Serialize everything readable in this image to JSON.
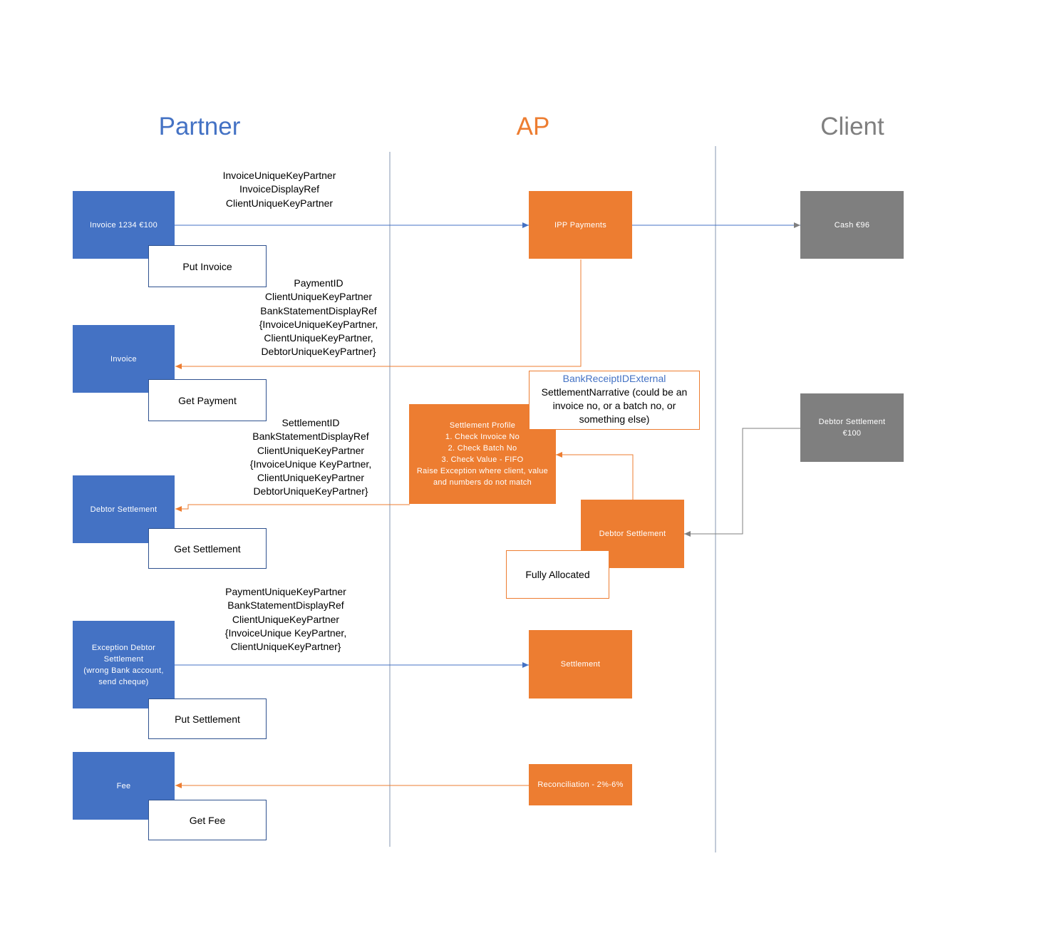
{
  "headers": {
    "partner": "Partner",
    "ap": "AP",
    "client": "Client"
  },
  "partner_boxes": {
    "invoice_put": "Invoice 1234 €100",
    "invoice_get": "Invoice",
    "debtor_settlement": "Debtor Settlement",
    "exception_settlement": [
      "Exception Debtor",
      "Settlement",
      "(wrong Bank account,",
      "send cheque)"
    ],
    "fee": "Fee"
  },
  "api_boxes": {
    "put_invoice": "Put Invoice",
    "get_payment": "Get Payment",
    "get_settlement": "Get Settlement",
    "put_settlement": "Put Settlement",
    "get_fee": "Get Fee"
  },
  "ap_boxes": {
    "ipp_payments": "IPP Payments",
    "settlement_profile": [
      "Settlement Profile",
      "1. Check Invoice No",
      "2. Check Batch No",
      "3. Check Value - FIFO",
      "Raise Exception where client, value",
      "and numbers do not match"
    ],
    "debtor_settlement": "Debtor Settlement",
    "fully_allocated": "Fully Allocated",
    "settlement": "Settlement",
    "reconciliation": "Reconciliation - 2%-6%"
  },
  "client_boxes": {
    "cash": "Cash €96",
    "debtor_settlement": [
      "Debtor Settlement",
      "€100"
    ]
  },
  "annotations": {
    "put_invoice_fields": [
      "InvoiceUniqueKeyPartner",
      "InvoiceDisplayRef",
      "ClientUniqueKeyPartner"
    ],
    "get_payment_fields": [
      "PaymentID",
      "ClientUniqueKeyPartner",
      "BankStatementDisplayRef",
      "{InvoiceUniqueKeyPartner,",
      "ClientUniqueKeyPartner,",
      "DebtorUniqueKeyPartner}"
    ],
    "get_settlement_fields": [
      "SettlementID",
      "BankStatementDisplayRef",
      "ClientUniqueKeyPartner",
      "{InvoiceUnique KeyPartner,",
      "ClientUniqueKeyPartner",
      "DebtorUniqueKeyPartner}"
    ],
    "put_settlement_fields": [
      "PaymentUniqueKeyPartner",
      "BankStatementDisplayRef",
      "ClientUniqueKeyPartner",
      "{InvoiceUnique KeyPartner,",
      "ClientUniqueKeyPartner}"
    ],
    "narrative": {
      "title": "BankReceiptIDExternal",
      "lines": [
        "SettlementNarrative (could be an",
        "invoice no, or a batch no, or",
        "something else)"
      ]
    }
  },
  "colors": {
    "partner": "#4472C4",
    "ap": "#ED7D31",
    "client": "#7F7F7F",
    "divider": "#8497B0"
  }
}
